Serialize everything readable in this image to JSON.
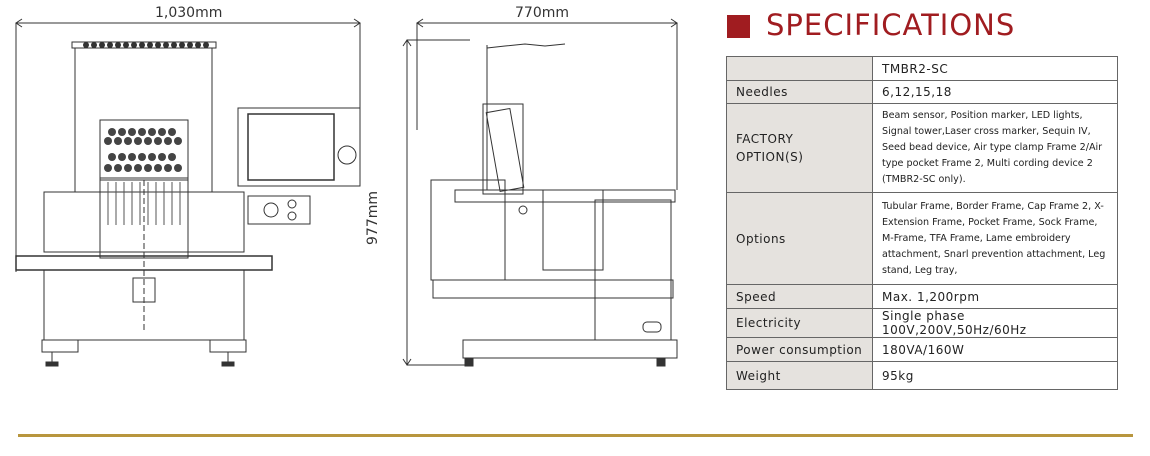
{
  "drawings": {
    "front": {
      "width_label": "1,030mm"
    },
    "side": {
      "width_label": "770mm",
      "height_label": "977mm"
    }
  },
  "specs": {
    "title": "SPECIFICATIONS",
    "model": "TMBR2-SC",
    "rows": [
      {
        "label": "Needles",
        "value": "6,12,15,18"
      },
      {
        "label": "FACTORY OPTION(S)",
        "value": "Beam sensor, Position marker, LED lights, Signal tower,Laser cross marker, Sequin IV, Seed bead device, Air type clamp Frame 2/Air type pocket Frame 2, Multi cording device 2 (TMBR2-SC only)."
      },
      {
        "label": "Options",
        "value": "Tubular Frame, Border Frame, Cap Frame 2, X-Extension Frame, Pocket Frame, Sock Frame, M-Frame, TFA Frame, Lame embroidery attachment, Snarl prevention attachment, Leg stand, Leg tray,"
      },
      {
        "label": "Speed",
        "value": "Max. 1,200rpm"
      },
      {
        "label": "Electricity",
        "value": "Single phase 100V,200V,50Hz/60Hz"
      },
      {
        "label": "Power consumption",
        "value": "180VA/160W"
      },
      {
        "label": "Weight",
        "value": "95kg"
      }
    ]
  },
  "colors": {
    "accent": "#a01c20",
    "rule": "#b8963e",
    "label_bg": "#e5e2de"
  }
}
